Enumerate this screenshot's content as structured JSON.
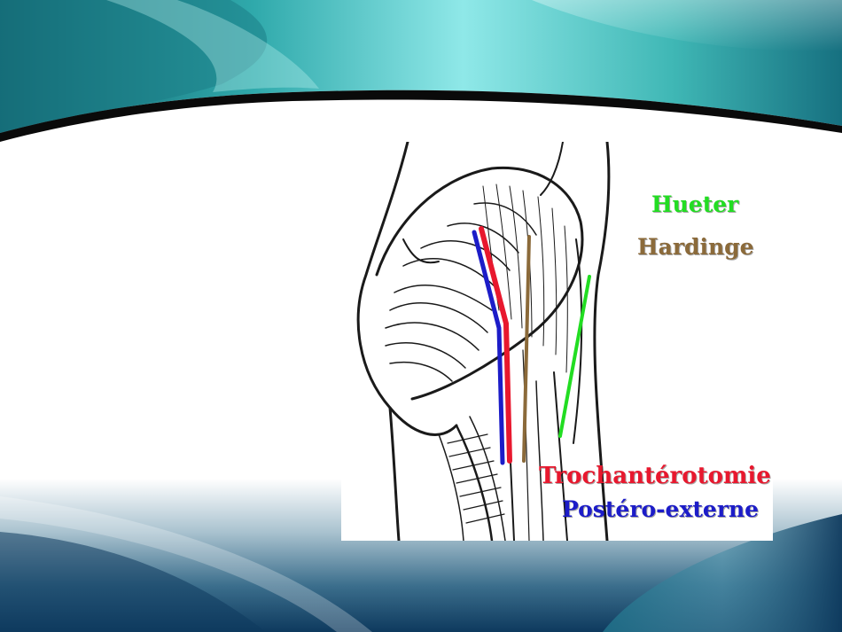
{
  "colors": {
    "teal_light": "#8fe8e8",
    "teal_mid": "#2fa9ab",
    "teal_dark": "#0f5a68",
    "navy": "#0e3a5e",
    "approach_hueter": "#22dd22",
    "approach_hardinge": "#8b6a3a",
    "approach_trochanterotomie": "#e8182e",
    "approach_postero_externe": "#1c1cc8"
  },
  "figure": {
    "icon": "hip-anatomy-illustration",
    "legend": {
      "hueter": "Hueter",
      "hardinge": "Hardinge",
      "trochanterotomie": "Trochantérotomie",
      "postero_externe": "Postéro-externe"
    }
  }
}
